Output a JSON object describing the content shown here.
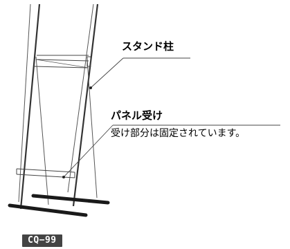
{
  "labels": {
    "stand_pillar": "スタンド柱",
    "panel_holder": "パネル受け",
    "panel_holder_note": "受け部分は固定されています。"
  },
  "model": {
    "code": "CQ−99"
  }
}
